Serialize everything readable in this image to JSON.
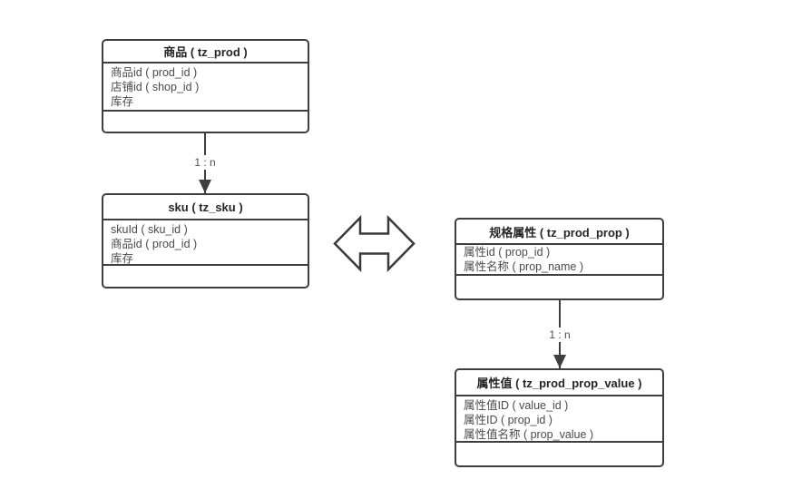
{
  "diagram": {
    "background_color": "#ffffff",
    "border_color": "#3f3f3f",
    "title_text_color": "#262626",
    "field_text_color": "#4a4a4a",
    "label_text_color": "#4d4d4d",
    "entities": {
      "prod": {
        "title": "商品 ( tz_prod )",
        "fields": [
          "商品id ( prod_id )",
          "店铺id ( shop_id )",
          "库存"
        ]
      },
      "sku": {
        "title": "sku ( tz_sku )",
        "fields": [
          "skuId ( sku_id )",
          "商品id ( prod_id )",
          "库存"
        ]
      },
      "prod_prop": {
        "title": "规格属性 ( tz_prod_prop )",
        "fields": [
          "属性id ( prop_id )",
          "属性名称 ( prop_name )"
        ]
      },
      "prod_prop_value": {
        "title": "属性值 ( tz_prod_prop_value )",
        "fields": [
          "属性值ID ( value_id )",
          "属性ID ( prop_id )",
          "属性值名称 ( prop_value )"
        ]
      }
    },
    "connectors": {
      "prod_to_sku": {
        "label": "1 : n",
        "type": "one-to-many-down-arrow"
      },
      "prop_to_value": {
        "label": "1 : n",
        "type": "one-to-many-down-arrow"
      },
      "sku_prop_relation": {
        "type": "double-headed-horizontal-arrow"
      }
    }
  }
}
